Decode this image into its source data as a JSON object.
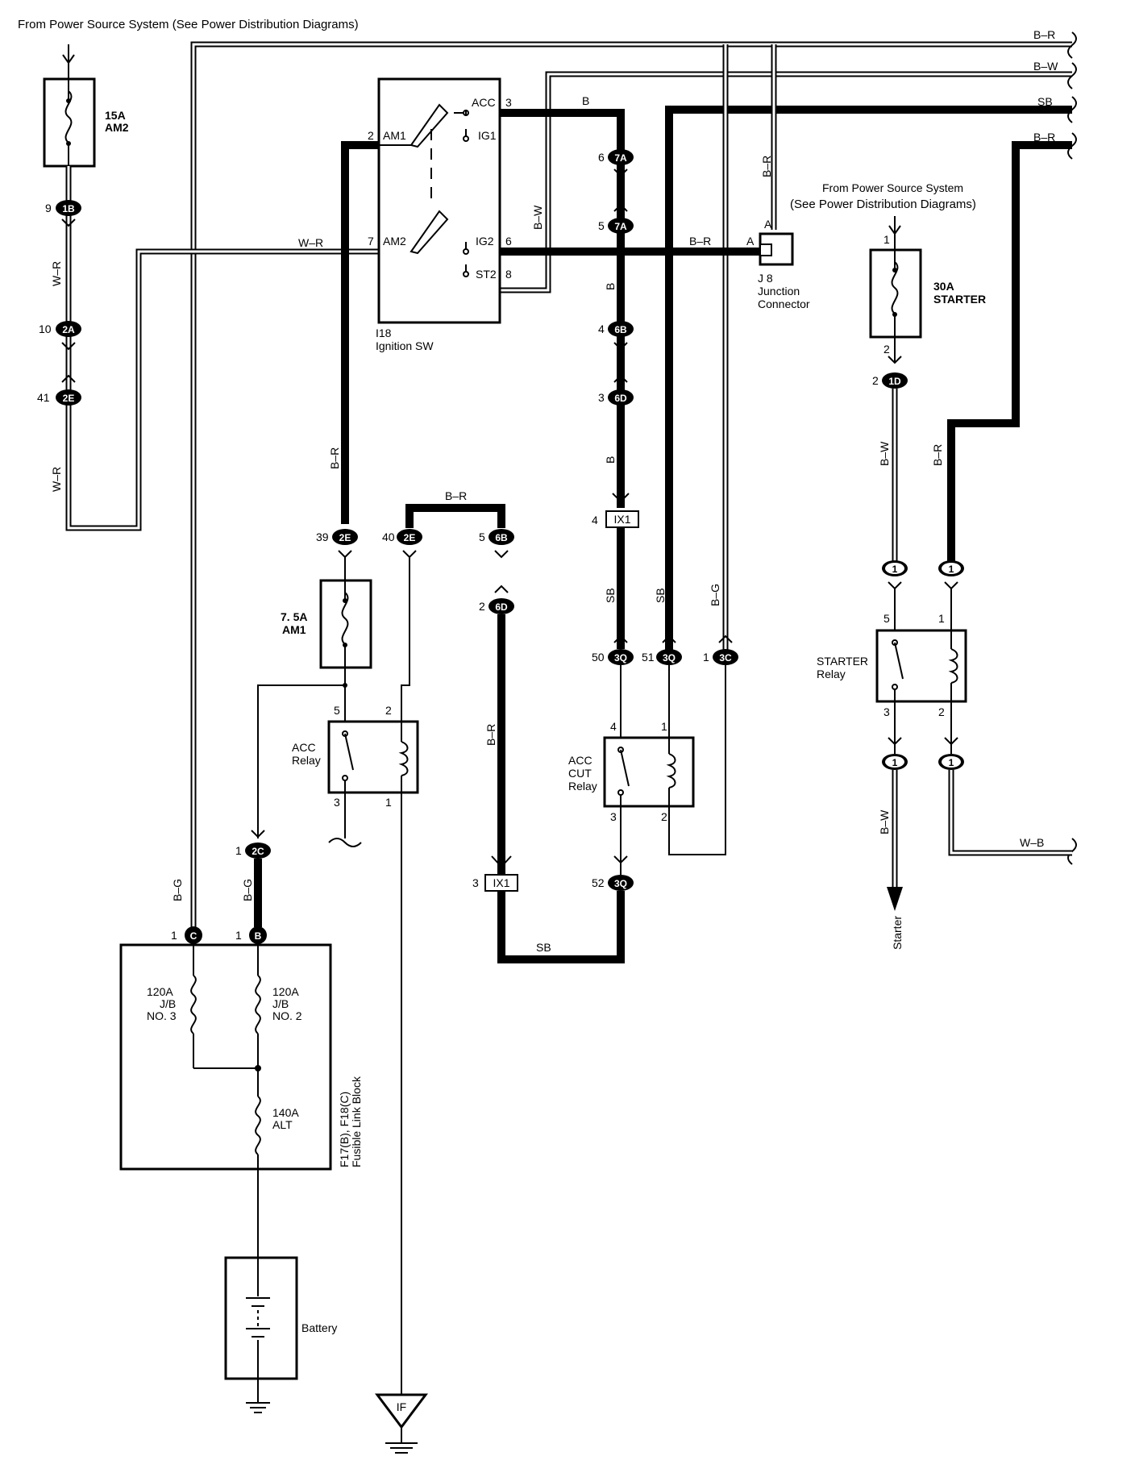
{
  "texts": {
    "from_power_top": "From Power Source System (See Power Distribution Diagrams)",
    "from_power_right_1": "From Power Source System",
    "from_power_right_2": "(See Power Distribution Diagrams)",
    "fuse_am2_amp": "15A",
    "fuse_am2_name": "AM2",
    "fuse_starter_amp": "30A",
    "fuse_starter_name": "STARTER",
    "fuse_am1_amp": "7. 5A",
    "fuse_am1_name": "AM1",
    "ign_sw_code": "I18",
    "ign_sw_name": "Ignition SW",
    "jc_code": "J 8",
    "jc_name_1": "Junction",
    "jc_name_2": "Connector",
    "acc_relay_1": "ACC",
    "acc_relay_2": "Relay",
    "acccut_relay_1": "ACC",
    "acccut_relay_2": "CUT",
    "acccut_relay_3": "Relay",
    "starter_relay_1": "STARTER",
    "starter_relay_2": "Relay",
    "fl_jb3_amp": "120A",
    "fl_jb3_1": "J/B",
    "fl_jb3_2": "NO. 3",
    "fl_jb2_amp": "120A",
    "fl_jb2_1": "J/B",
    "fl_jb2_2": "NO. 2",
    "fl_alt_amp": "140A",
    "fl_alt": "ALT",
    "fl_block_1": "F17(B), F18(C)",
    "fl_block_2": "Fusible Link Block",
    "battery": "Battery",
    "starter_out": "Starter",
    "ground_if": "IF"
  },
  "switch_terms": {
    "acc": "ACC",
    "ig1": "IG1",
    "am1": "AM1",
    "am2": "AM2",
    "ig2": "IG2",
    "st2": "ST2"
  },
  "pins": {
    "p9": "9",
    "p10": "10",
    "p41": "41",
    "sw2": "2",
    "sw7": "7",
    "sw3": "3",
    "sw6": "6",
    "sw8": "8",
    "p6_7a": "6",
    "p5_7a": "5",
    "p4_6b": "4",
    "p3_6d": "3",
    "p4_ix1": "4",
    "p39": "39",
    "p40": "40",
    "p5_6b": "5",
    "p2_6d": "2",
    "p50": "50",
    "p51": "51",
    "p1_3c": "1",
    "p52": "52",
    "p3_ix1b": "3",
    "p1_2c": "1",
    "p1_c": "1",
    "p1_b": "1",
    "acc5": "5",
    "acc2": "2",
    "acc3": "3",
    "acc1": "1",
    "cut4": "4",
    "cut1": "1",
    "cut3": "3",
    "cut2": "2",
    "st5": "5",
    "st1": "1",
    "st3": "3",
    "st2": "2",
    "f1": "1",
    "f2": "2",
    "p2_1d": "2",
    "jA_top": "A",
    "jA_left": "A"
  },
  "connectors": {
    "c1B": "1B",
    "c2A": "2A",
    "c2E_a": "2E",
    "c7A_a": "7A",
    "c7A_b": "7A",
    "c6B_a": "6B",
    "c6D_a": "6D",
    "cIX1_a": "IX1",
    "c2E_b": "2E",
    "c2E_c": "2E",
    "c6B_b": "6B",
    "c6D_b": "6D",
    "c3Q_a": "3Q",
    "c3Q_b": "3Q",
    "c3C": "3C",
    "c3Q_c": "3Q",
    "cIX1_b": "IX1",
    "c2C": "2C",
    "cC": "C",
    "cB": "B",
    "c1D": "1D",
    "c1_a": "1",
    "c1_b": "1",
    "c1_c": "1",
    "c1_d": "1"
  },
  "wire_colors": {
    "w_br_top": "B–R",
    "w_bw_top": "B–W",
    "w_sb_top": "SB",
    "w_br_top2": "B–R",
    "w_wr_a": "W–R",
    "w_wr_b": "W–R",
    "w_wr_c": "W–R",
    "w_b_1": "B",
    "w_b_2": "B",
    "w_b_3": "B",
    "w_bw_v": "B–W",
    "w_br_j": "B–R",
    "w_br_jv": "B–R",
    "w_br_sw": "B–R",
    "w_br_h": "B–R",
    "w_br_6d": "B–R",
    "w_sb_1": "SB",
    "w_sb_2": "SB",
    "w_bg_1": "B–G",
    "w_sb_bot": "SB",
    "w_bg_2": "B–G",
    "w_bg_3": "B–G",
    "w_bw_1d": "B–W",
    "w_br_st": "B–R",
    "w_bw_st": "B–W",
    "w_wb": "W–B"
  }
}
